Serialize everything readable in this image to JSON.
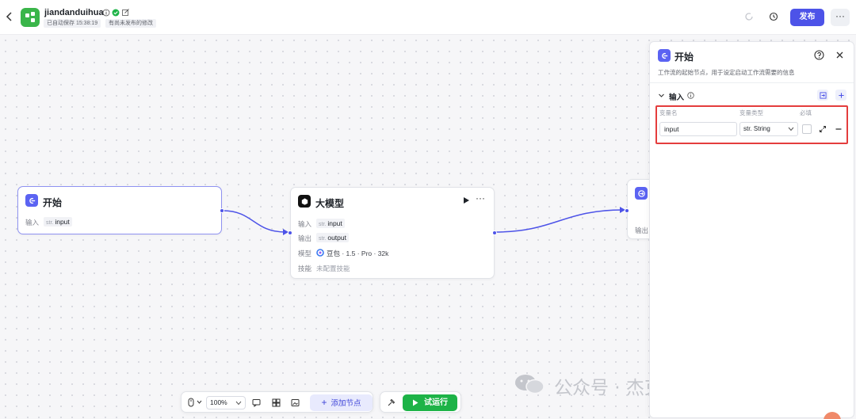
{
  "header": {
    "app_name": "jiandanduihua",
    "autosave": "已自动保存 15:38:19",
    "unpublished": "有尚未发布的修改",
    "publish_label": "发布",
    "more_label": "···"
  },
  "nodes": {
    "start": {
      "title": "开始",
      "input_label": "输入",
      "input_type": "str.",
      "input_name": "input"
    },
    "llm": {
      "title": "大模型",
      "input_label": "输入",
      "input_type": "str.",
      "input_name": "input",
      "output_label": "输出",
      "output_type": "str.",
      "output_name": "output",
      "model_label": "模型",
      "model_value": "豆包 · 1.5 · Pro · 32k",
      "skill_label": "技能",
      "skill_value": "未配置技能"
    },
    "end": {
      "output_label": "输出"
    }
  },
  "panel": {
    "title": "开始",
    "description": "工作流的起始节点，用于设定启动工作流需要的信息",
    "section": "输入",
    "col_var_name": "变量名",
    "col_var_type": "变量类型",
    "col_required": "必填",
    "var_name_value": "input",
    "var_type_value": "str. String"
  },
  "toolbar": {
    "zoom": "100%",
    "add_node_label": "添加节点",
    "run_label": "试运行"
  },
  "watermark": "公众号 · 杰克船长的AIGC",
  "colors": {
    "accent": "#4d53e8",
    "run": "#1db347",
    "highlight": "#e43d3d"
  }
}
